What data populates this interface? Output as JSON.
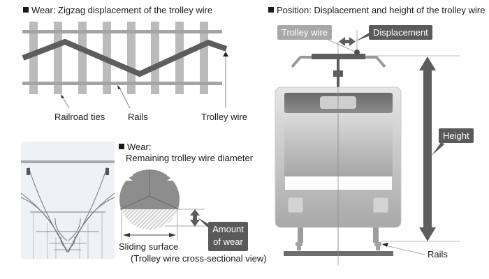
{
  "panels": {
    "zigzag": {
      "heading": "Wear: Zigzag displacement of the trolley wire",
      "labels": {
        "railroad_ties": "Railroad ties",
        "rails": "Rails",
        "trolley_wire": "Trolley wire"
      }
    },
    "diameter": {
      "heading_line1": "Wear:",
      "heading_line2": "Remaining trolley wire diameter",
      "labels": {
        "amount_of_wear": [
          "Amount",
          "of wear"
        ],
        "sliding_surface": "Sliding surface",
        "cross_section": "(Trolley wire cross-sectional view)"
      }
    },
    "position": {
      "heading": "Position: Displacement and height of the trolley wire",
      "labels": {
        "trolley_wire": "Trolley wire",
        "displacement": "Displacement",
        "height": "Height",
        "rails": "Rails"
      }
    }
  },
  "colors": {
    "dark": "#5f5f5f",
    "tie": "#b9b9b9",
    "rail": "#a5a5a5",
    "tag_light": "#a8a8a8",
    "tag_dark": "#5a5a5a"
  }
}
